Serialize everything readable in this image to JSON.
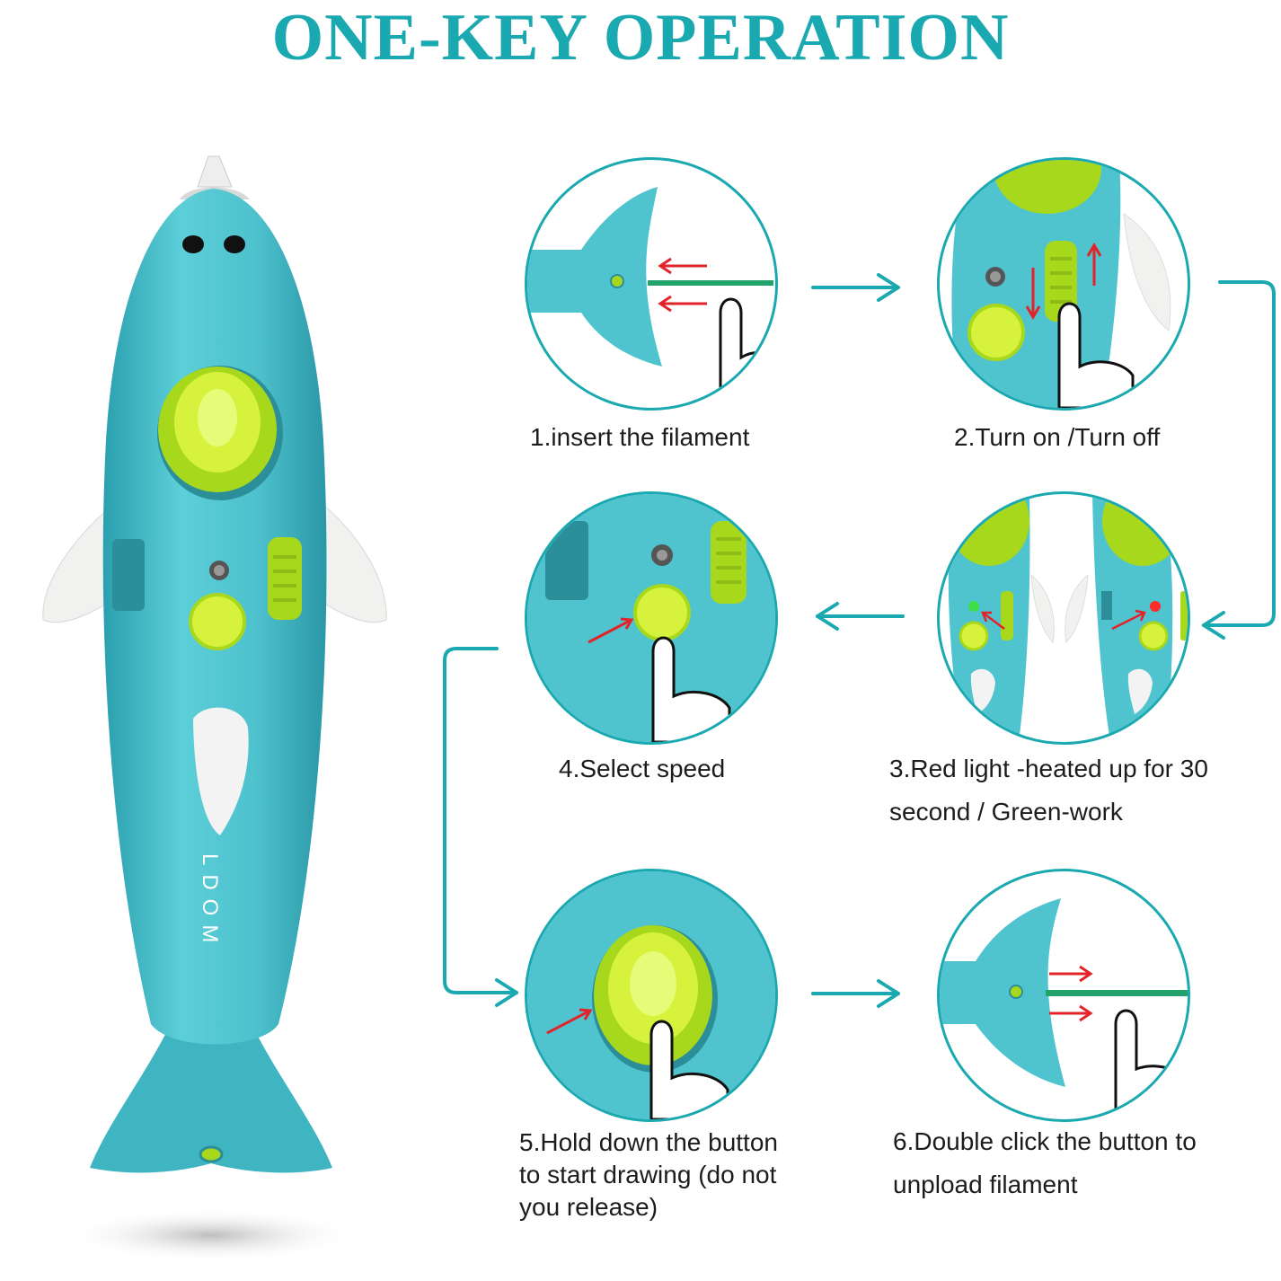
{
  "title": "ONE-KEY OPERATION",
  "brand": "LDOM",
  "colors": {
    "teal": "#1aa9b0",
    "pen_body": "#4fc3ce",
    "pen_dark": "#2fa5b2",
    "button_yellow": "#d6f23c",
    "button_green": "#a8d81c",
    "arrow_red": "#e2232a",
    "filament_green": "#22a36b"
  },
  "steps": [
    {
      "id": 1,
      "caption_lines": [
        "1.insert the filament"
      ]
    },
    {
      "id": 2,
      "caption_lines": [
        "2.Turn on /Turn off"
      ]
    },
    {
      "id": 3,
      "caption_lines": [
        "3.Red light -heated up for 30",
        "second / Green-work"
      ]
    },
    {
      "id": 4,
      "caption_lines": [
        "4.Select speed"
      ]
    },
    {
      "id": 5,
      "caption_lines": [
        "5.Hold down the button",
        "to start drawing (do not",
        "you release)"
      ]
    },
    {
      "id": 6,
      "caption_lines": [
        "6.Double click the button to",
        "unpload filament"
      ]
    }
  ]
}
